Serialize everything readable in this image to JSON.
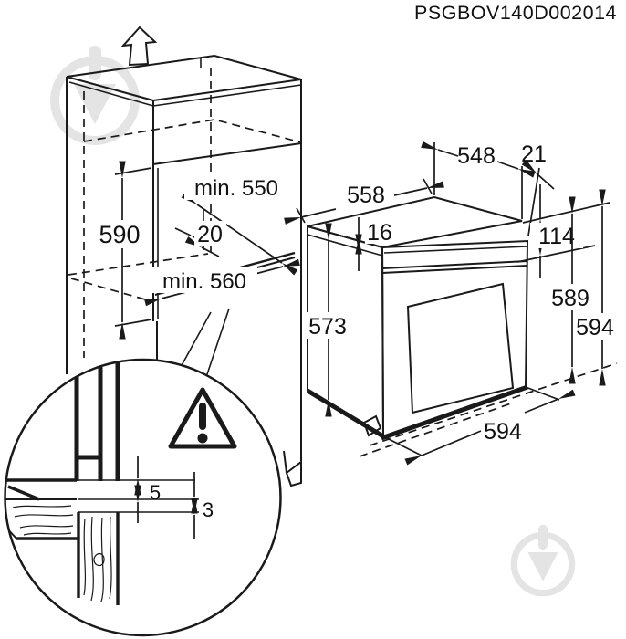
{
  "title": "PSGBOV140D002014",
  "colors": {
    "line": "#1a1a1a",
    "watermark": "#e4e4e4",
    "background": "#ffffff"
  },
  "icons": {
    "up_arrow": "up-arrow-icon",
    "warning": "warning-triangle-icon",
    "watermark_logo": "pin-in-circle-watermark-icon"
  },
  "cabinet": {
    "dims": {
      "niche_height": "590",
      "niche_depth_min": "min. 550",
      "rear_gap": "20",
      "niche_width_min": "min. 560"
    }
  },
  "oven": {
    "dims": {
      "rear_width": "548",
      "rear_setback": "21",
      "depth": "558",
      "front_frame": "16",
      "control_panel_height": "114",
      "body_height": "573",
      "height_rear": "589",
      "height_total": "594",
      "width": "594"
    }
  },
  "detail": {
    "dims": {
      "overlap": "5",
      "gap": "3"
    }
  }
}
